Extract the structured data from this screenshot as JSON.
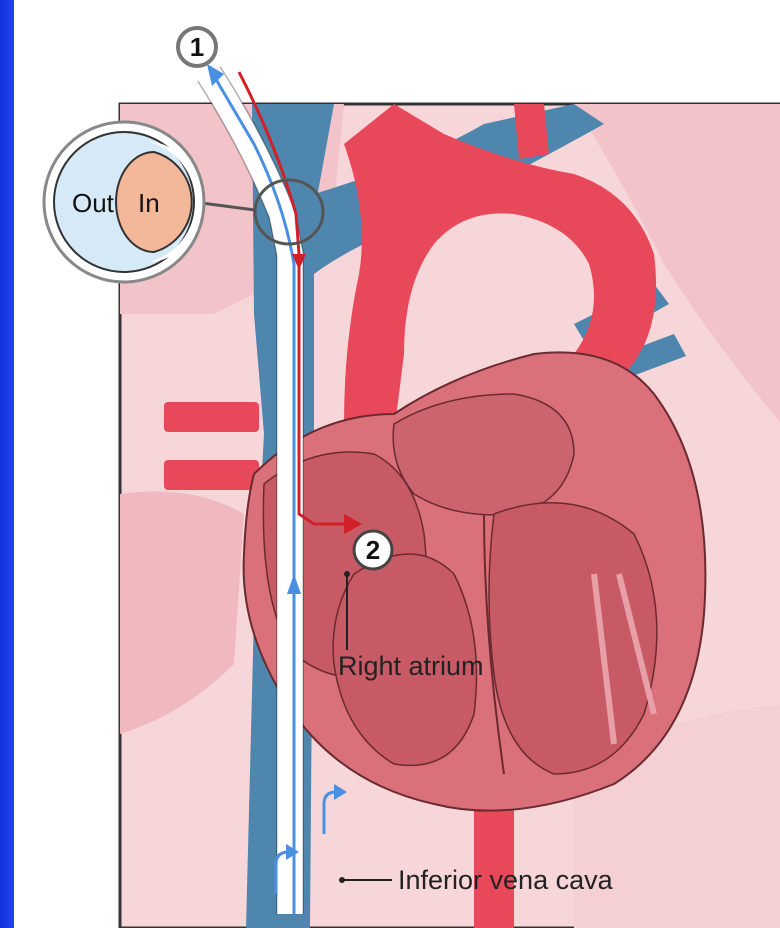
{
  "diagram": {
    "markers": {
      "step1": "1",
      "step2": "2"
    },
    "inset": {
      "outer_label": "Out",
      "inner_label": "In"
    },
    "labels": {
      "right_atrium": "Right atrium",
      "inferior_vena_cava": "Inferior vena cava"
    },
    "colors": {
      "slide_background": "#1a2fd6",
      "vein_blue": "#4f86ad",
      "artery_red": "#e8495a",
      "heart_muscle": "#d9707a",
      "chamber_inner": "#c85a66",
      "tissue_pink": "#f2c3c8",
      "background_pink": "#f7d6d9",
      "catheter_white": "#ffffff",
      "flow_blue_arrow": "#4a90e2",
      "flow_red_arrow": "#d22028",
      "inset_out_fill": "#d6e9f7",
      "inset_in_fill": "#f3b89a"
    }
  }
}
